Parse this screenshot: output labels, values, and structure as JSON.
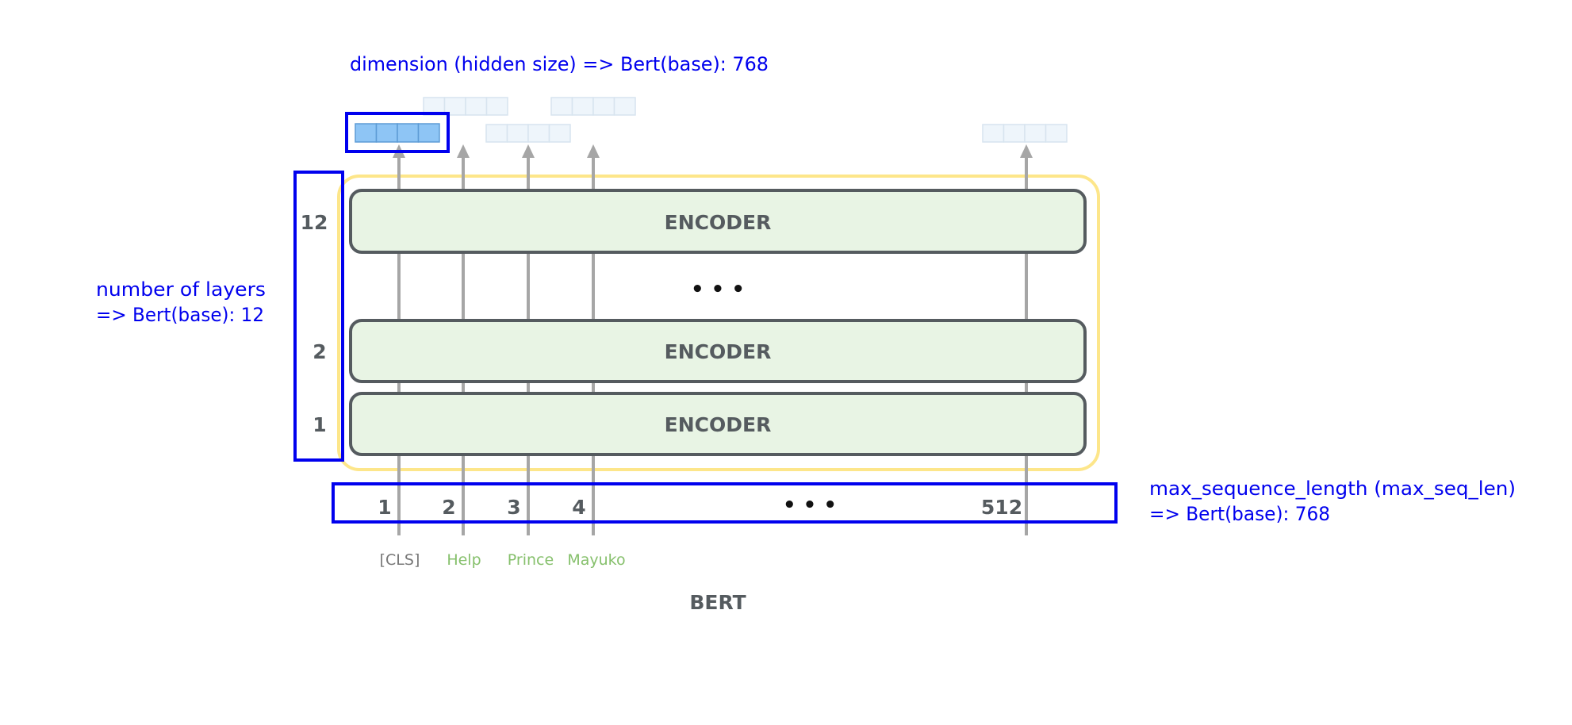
{
  "annotations": {
    "dimension": "dimension (hidden size) => Bert(base): 768",
    "layers_line1": "number of layers",
    "layers_line2": "=> Bert(base): 12",
    "seq_line1": "max_sequence_length (max_seq_len)",
    "seq_line2": "=> Bert(base): 768"
  },
  "encoders": {
    "top": {
      "label": "ENCODER",
      "layer": "12"
    },
    "middle": {
      "label": "ENCODER",
      "layer": "2"
    },
    "bottom": {
      "label": "ENCODER",
      "layer": "1"
    },
    "ellipsis": "• • •"
  },
  "positions": {
    "p1": "1",
    "p2": "2",
    "p3": "3",
    "p4": "4",
    "ellipsis": "• • •",
    "last": "512"
  },
  "tokens": {
    "cls": "[CLS]",
    "t1": "Help",
    "t2": "Prince",
    "t3": "Mayuko"
  },
  "caption": "BERT",
  "colors": {
    "annotation_blue": "#0000ee",
    "encoder_fill": "#e8f4e4",
    "encoder_stroke": "#555b5f",
    "bert_outline": "#fde68a",
    "arrow_gray": "#a6a6a6",
    "token_green": "#86c06c",
    "cls_gray": "#777777",
    "vector_highlight": "#8ec5f5",
    "vector_faint": "#eef5fb"
  }
}
